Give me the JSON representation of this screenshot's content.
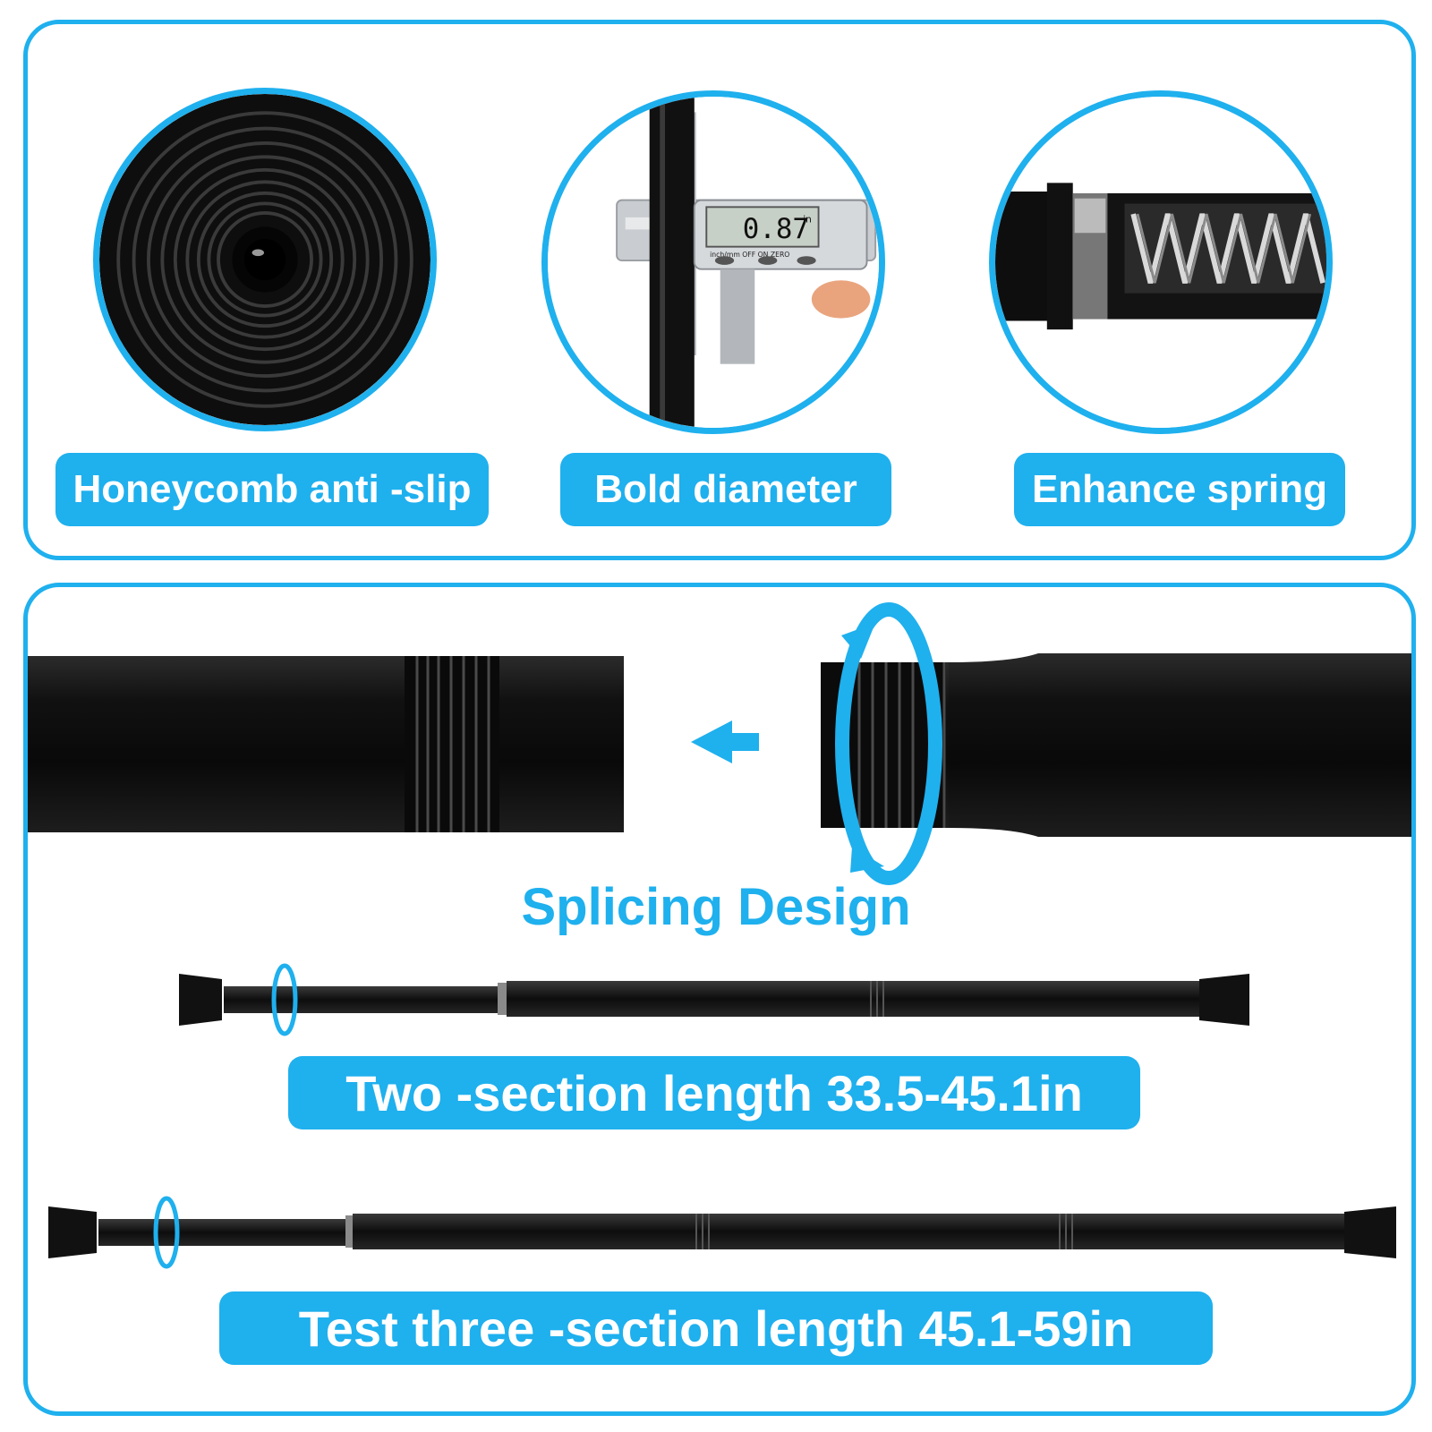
{
  "features": [
    {
      "label": "Honeycomb anti -slip",
      "icon": "rubber-end-cap-icon"
    },
    {
      "label": "Bold diameter",
      "icon": "caliper-measurement-icon",
      "caliper_reading": "0.87",
      "caliper_unit": "in",
      "caliper_scale": "10",
      "caliper_buttons": "inch/mm   OFF   ON   ZERO"
    },
    {
      "label": "Enhance spring",
      "icon": "spring-icon"
    }
  ],
  "splicing": {
    "title": "Splicing Design",
    "arrow_icon": "left-arrow-icon",
    "rotate_icon": "rotate-arrow-icon"
  },
  "rods": [
    {
      "label": "Two -section length 33.5-45.1in"
    },
    {
      "label": "Test three -section length 45.1-59in"
    }
  ],
  "colors": {
    "accent": "#1fb0ee",
    "rod": "#141414",
    "background": "#ffffff"
  }
}
